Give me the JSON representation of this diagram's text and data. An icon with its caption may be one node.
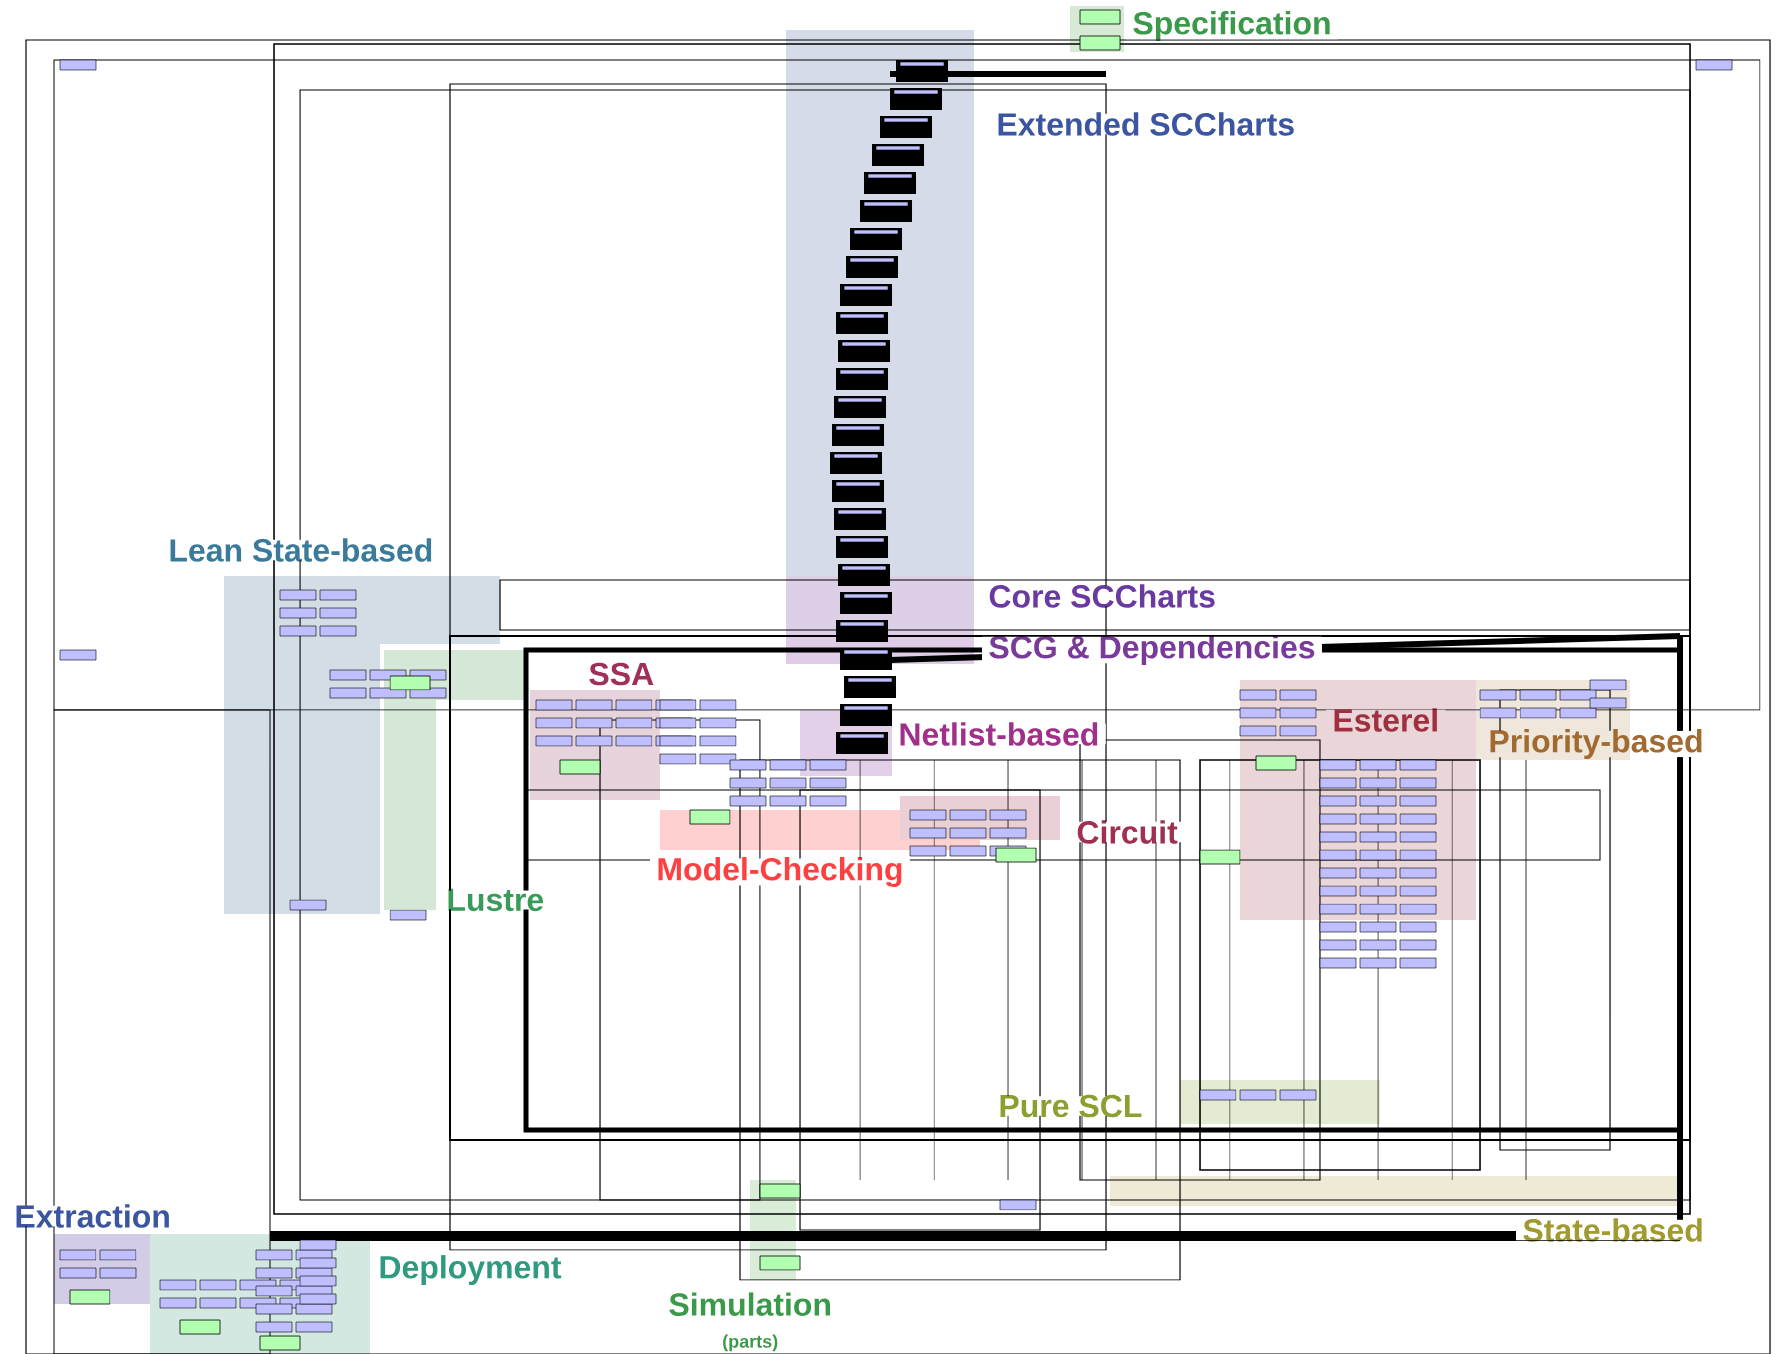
{
  "diagram": {
    "nodes": [
      {
        "text": [
          "Specification"
        ]
      },
      {
        "text": [
          "Extended SCCharts"
        ]
      },
      {
        "text": [
          "Core SCCharts"
        ]
      },
      {
        "text": [
          "SCG & Dependencies"
        ]
      },
      {
        "text": [
          "Lean State-based"
        ]
      },
      {
        "text": [
          "Lustre"
        ]
      },
      {
        "text": [
          "SSA"
        ]
      },
      {
        "text": [
          "Netlist-based"
        ]
      },
      {
        "text": [
          "Model-Checking"
        ]
      },
      {
        "text": [
          "Circuit"
        ]
      },
      {
        "text": [
          "Esterel"
        ]
      },
      {
        "text": [
          "Priority-based"
        ]
      },
      {
        "text": [
          "Pure SCL"
        ]
      },
      {
        "text": [
          "State-based"
        ]
      },
      {
        "text": [
          "Extraction"
        ]
      },
      {
        "text": [
          "Deployment"
        ]
      },
      {
        "text": [
          "Simulation",
          "(parts)"
        ]
      }
    ]
  }
}
